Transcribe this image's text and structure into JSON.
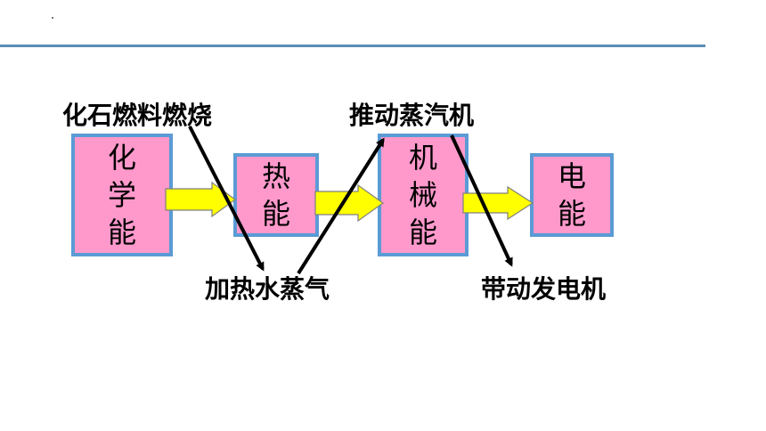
{
  "boxes": {
    "chemical": "化学能",
    "thermal": "热能",
    "mechanical": "机械能",
    "electrical": "电能"
  },
  "labels": {
    "fuel_burning": "化石燃料燃烧",
    "heat_water_steam": "加热水蒸气",
    "push_steam_engine": "推动蒸汽机",
    "drive_generator": "带动发电机"
  },
  "colors": {
    "box_fill": "#ff99cc",
    "box_border": "#5b9bd5",
    "block_arrow_fill": "#ffff00",
    "rule": "#5b8db5"
  }
}
